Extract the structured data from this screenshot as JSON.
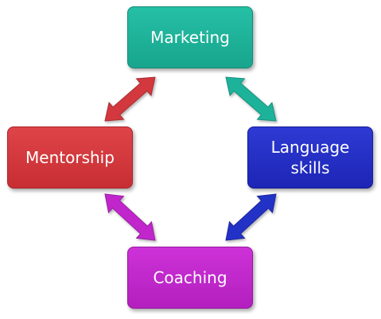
{
  "diagram": {
    "nodes": [
      {
        "id": "marketing",
        "label": "Marketing",
        "color": "#1fb39a"
      },
      {
        "id": "language",
        "label": "Language\nskills",
        "color": "#2430c6"
      },
      {
        "id": "mentorship",
        "label": "Mentorship",
        "color": "#d2383d"
      },
      {
        "id": "coaching",
        "label": "Coaching",
        "color": "#c028cb"
      }
    ],
    "connectors": [
      {
        "from": "marketing",
        "to": "language",
        "color": "#1fb39a",
        "direction": "both"
      },
      {
        "from": "language",
        "to": "coaching",
        "color": "#2430c6",
        "direction": "both"
      },
      {
        "from": "coaching",
        "to": "mentorship",
        "color": "#c028cb",
        "direction": "both"
      },
      {
        "from": "mentorship",
        "to": "marketing",
        "color": "#d2383d",
        "direction": "both"
      }
    ]
  }
}
